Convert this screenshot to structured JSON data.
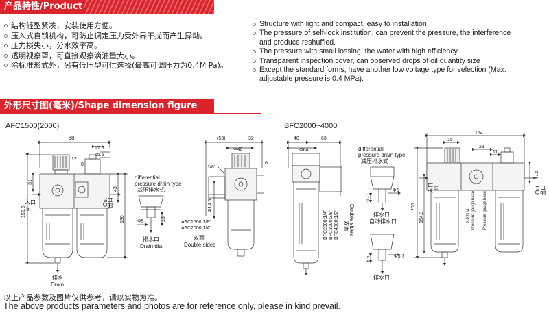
{
  "section1": {
    "title": "产品特性/Product characteristics",
    "features_cn": [
      "结构轻型紧凑，安装使用方便。",
      "压入式自锁机构，可防止调定压力受外界干扰而产生异动。",
      "压力损失小，分水效率高。",
      "透明视察罩，可直接观察滴油量大小。",
      "除标准形式外，另有低压型可供选择(最高可调压力为0.4M Pa)。"
    ],
    "features_en": [
      "Structure with light and compact, easy to installation",
      "The pressure of self-lock institution, can prevent the pressure, the interference and produce reshuffled.",
      "The pressure with small lossing, the water with high efficiency",
      "Transparent inspection cover, can observed drops of oil quantity size",
      "Except the standard forms, have another low voltage type for selection (Max. adjustable pressure is 0.4 MPa)."
    ]
  },
  "section2": {
    "title": "外形尺寸图(毫米)/Shape dimension figure (mm)",
    "afc": {
      "title": "AFC1500(2000)",
      "dims": {
        "d88": "88",
        "d17_5": "17.5",
        "d15_6": "15.6",
        "d12": "12",
        "d8": "8",
        "d31": "31",
        "d43": "43",
        "d155_6": "155.6",
        "d130": "130"
      },
      "inlet_cn": "入口",
      "inlet_en": "In",
      "outlet_cn": "出口",
      "outlet_en": "Out",
      "drain_cn": "排水",
      "drain_en": "Drain"
    },
    "diff": {
      "line1": "differential",
      "line2": "pressure drain type",
      "cn": "减压排水式",
      "d5": "Φ5",
      "d13": "13",
      "port_cn": "排水口",
      "port_en": "Drain dia."
    },
    "middle": {
      "d53": "(53)",
      "d32": "32",
      "d40": "Φ40",
      "d6": "6",
      "d18": "1/8\"",
      "d14_5": "Φ14.5",
      "afc1500": "AFC1500:1/8\"",
      "afc2000": "AFC2000:1/4\"",
      "double_cn": "双面",
      "double_en": "Double sides"
    },
    "bfc": {
      "title": "BFC2000~4000",
      "d40": "40",
      "d63": "63",
      "d64": "Φ64",
      "bfc2000": "BFC2000:1/4\"",
      "bfc3000": "BFC3000:3/8\"",
      "bfc4000": "BFC4000:1/2\"",
      "double_cn": "双面",
      "double_en": "Double sides",
      "diff_line1": "differential",
      "diff_line2": "pressure drain type",
      "diff_cn": "减压排水式",
      "d10_77": "10.77",
      "d6": "Φ6",
      "auto_cn": "排水口",
      "auto_cn2": "自动排水口",
      "d6_5": "6.5",
      "d5_7": "Φ5.7",
      "drain_cn": "排水口"
    },
    "right": {
      "d154": "154",
      "d15": "15",
      "d23": "23",
      "d11": "11",
      "d47_5": "47.5",
      "d206": "206",
      "d154_3": "154.3",
      "inlet_cn": "入口",
      "inlet_en": "In",
      "outlet_cn": "出口",
      "outlet_en": "Out",
      "gauge1": "2-PT1/4",
      "gauge2": "Pressure gauge base",
      "gauge3": "Pressure gauge base"
    }
  },
  "footer": {
    "cn": "以上产品参数及图片仅供参考，请以实物为准。",
    "en": "The above products parameters and photos are for reference only, please in kind prevail."
  }
}
